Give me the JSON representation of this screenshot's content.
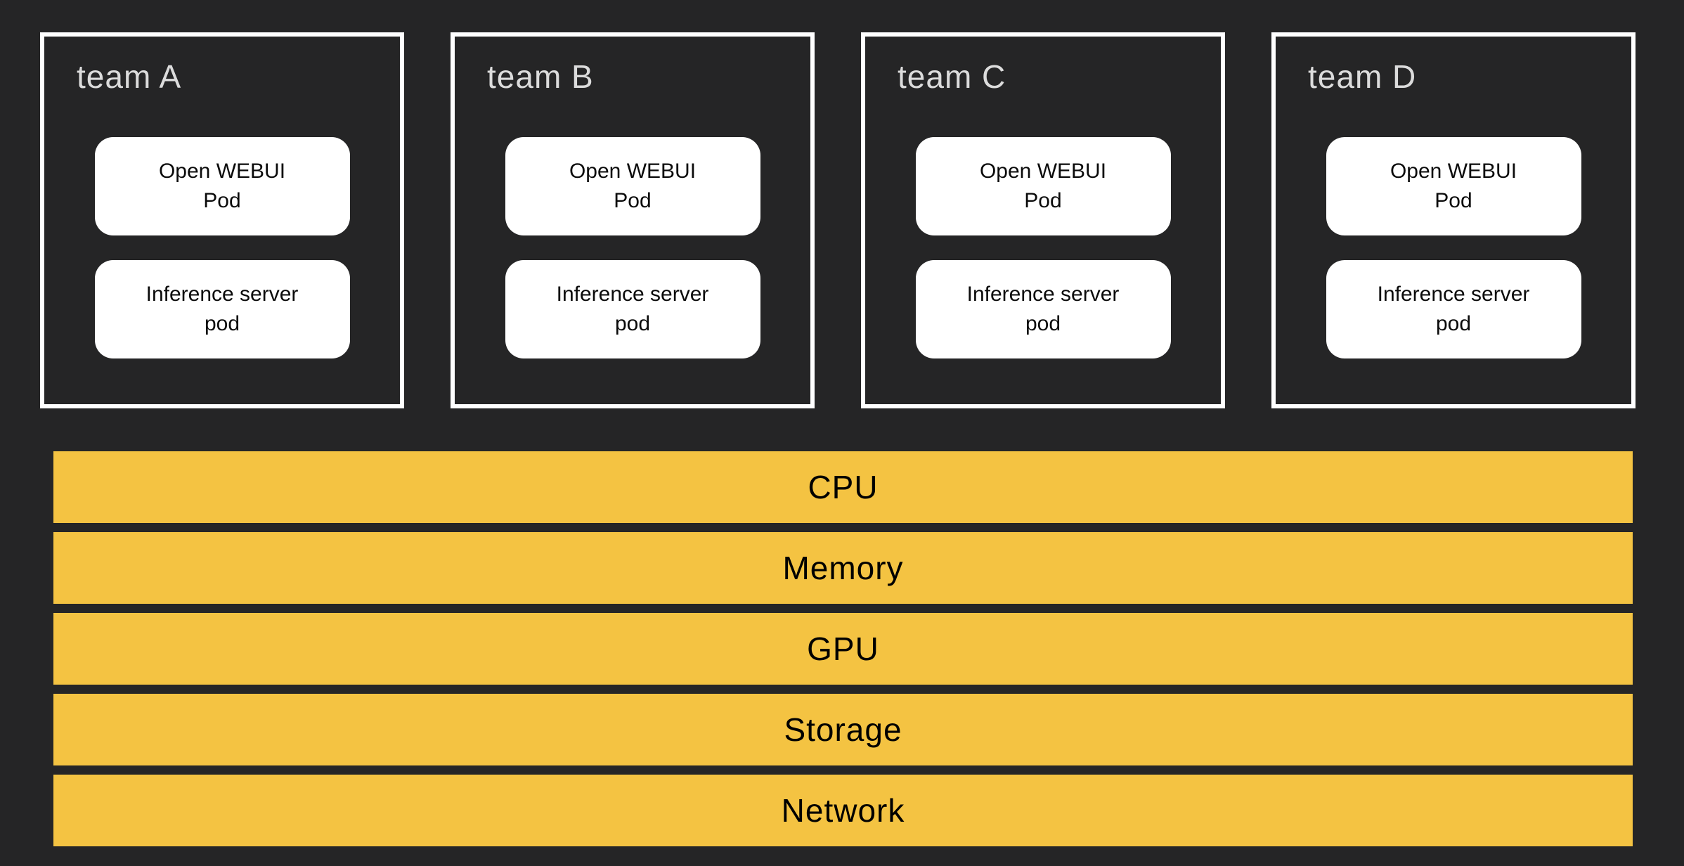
{
  "colors": {
    "background": "#252526",
    "team_box_border": "#ffffff",
    "team_label_text": "#dcdcdc",
    "pod_background": "#ffffff",
    "pod_text": "#0b0b0b",
    "resource_bar": "#f4c342",
    "resource_bar_text": "#000000"
  },
  "teams": [
    {
      "label": "team A",
      "pods": [
        {
          "line1": "Open WEBUI",
          "line2": "Pod"
        },
        {
          "line1": "Inference server",
          "line2": "pod"
        }
      ]
    },
    {
      "label": "team B",
      "pods": [
        {
          "line1": "Open WEBUI",
          "line2": "Pod"
        },
        {
          "line1": "Inference server",
          "line2": "pod"
        }
      ]
    },
    {
      "label": "team C",
      "pods": [
        {
          "line1": "Open WEBUI",
          "line2": "Pod"
        },
        {
          "line1": "Inference server",
          "line2": "pod"
        }
      ]
    },
    {
      "label": "team D",
      "pods": [
        {
          "line1": "Open WEBUI",
          "line2": "Pod"
        },
        {
          "line1": "Inference server",
          "line2": "pod"
        }
      ]
    }
  ],
  "resources": [
    {
      "label": "CPU"
    },
    {
      "label": "Memory"
    },
    {
      "label": "GPU"
    },
    {
      "label": "Storage"
    },
    {
      "label": "Network"
    }
  ]
}
